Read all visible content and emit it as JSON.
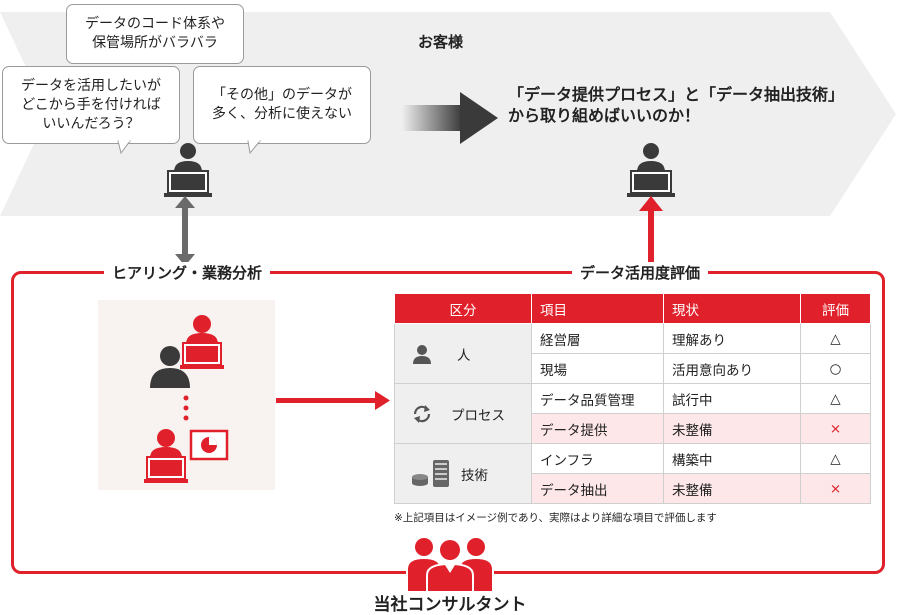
{
  "customer_area": {
    "title": "お客様",
    "bubbles": [
      {
        "lines": [
          "データのコード体系や",
          "保管場所がバラバラ"
        ]
      },
      {
        "lines": [
          "データを活用したいが",
          "どこから手を付ければ",
          "いいんだろう？"
        ]
      },
      {
        "lines": [
          "「その他」のデータが",
          "多く、分析に使えない"
        ]
      }
    ],
    "conclusion": [
      "「データ提供プロセス」と「データ抽出技術」",
      "から取り組めばいいのか！"
    ]
  },
  "hearing": {
    "label": "ヒアリング・業務分析"
  },
  "evaluation": {
    "label": "データ活用度評価",
    "headers": [
      "区分",
      "項目",
      "現状",
      "評価"
    ],
    "groups": [
      {
        "category": "人",
        "icon": "person-icon",
        "rows": [
          {
            "item": "経営層",
            "status": "理解あり",
            "rating": "△",
            "highlight": false
          },
          {
            "item": "現場",
            "status": "活用意向あり",
            "rating": "○",
            "highlight": false
          }
        ]
      },
      {
        "category": "プロセス",
        "icon": "cycle-icon",
        "rows": [
          {
            "item": "データ品質管理",
            "status": "試行中",
            "rating": "△",
            "highlight": false
          },
          {
            "item": "データ提供",
            "status": "未整備",
            "rating": "×",
            "highlight": true
          }
        ]
      },
      {
        "category": "技術",
        "icon": "server-icon",
        "rows": [
          {
            "item": "インフラ",
            "status": "構築中",
            "rating": "△",
            "highlight": false
          },
          {
            "item": "データ抽出",
            "status": "未整備",
            "rating": "×",
            "highlight": true
          }
        ]
      }
    ],
    "note": "※上記項目はイメージ例であり、実際はより詳細な項目で評価します"
  },
  "consultant": {
    "label": "当社コンサルタント"
  },
  "colors": {
    "accent": "#e0202b",
    "band": "#efefef",
    "dark": "#3a3a3a",
    "pink": "#fde7e9"
  }
}
